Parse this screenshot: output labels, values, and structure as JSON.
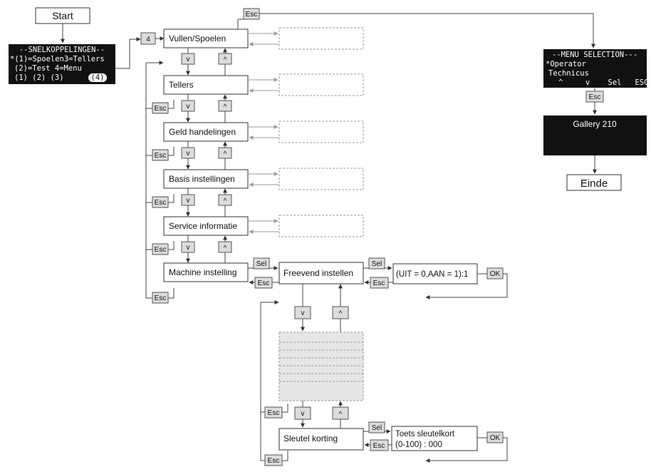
{
  "start_label": "Start",
  "end_label": "Einde",
  "gallery_label": "Gallery 210",
  "shortcuts_screen": {
    "line1": "--SNELKOPPELINGEN--",
    "line2": "*(1)=Spoelen3=Tellers",
    "line3": "(2)=Test    4=Menu",
    "line4": "(1)  (2)  (3)",
    "line4_selected": "(4)"
  },
  "menu_screen": {
    "line1": "--MENU SELECTION---",
    "line2": "*Operator",
    "line3": "Technicus",
    "line4": "^     v    Sel   ESC"
  },
  "menu_items": [
    "Vullen/Spoelen",
    "Tellers",
    "Geld handelingen",
    "Basis instellingen",
    "Service informatie",
    "Machine instelling"
  ],
  "sub_items": {
    "freevend": "Freevend instellen",
    "freevend_value": "(UIT = 0,AAN = 1):1",
    "sleutel": "Sleutel korting",
    "sleutel_value_line1": "Toets sleutelkort",
    "sleutel_value_line2": "(0-100) : 000"
  },
  "keys": {
    "four": "4",
    "esc": "Esc",
    "down": "v",
    "up": "^",
    "sel": "Sel",
    "ok": "OK"
  }
}
